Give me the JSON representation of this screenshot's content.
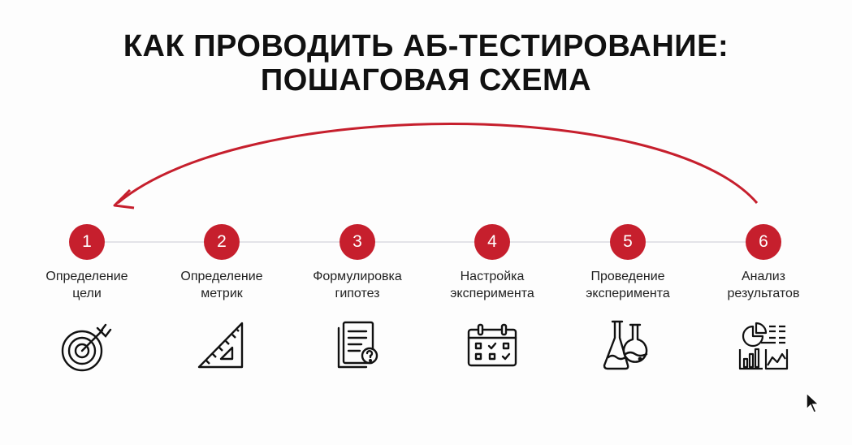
{
  "title": {
    "line1": "КАК ПРОВОДИТЬ АБ-ТЕСТИРОВАНИЕ:",
    "line2": "ПОШАГОВАЯ СХЕМА"
  },
  "accent_color": "#c61f2d",
  "steps": [
    {
      "number": "1",
      "line1": "Определение",
      "line2": "цели",
      "icon": "target-icon"
    },
    {
      "number": "2",
      "line1": "Определение",
      "line2": "метрик",
      "icon": "ruler-triangle-icon"
    },
    {
      "number": "3",
      "line1": "Формулировка",
      "line2": "гипотез",
      "icon": "document-question-icon"
    },
    {
      "number": "4",
      "line1": "Настройка",
      "line2": "эксперимента",
      "icon": "calendar-checklist-icon"
    },
    {
      "number": "5",
      "line1": "Проведение",
      "line2": "эксперимента",
      "icon": "flasks-icon"
    },
    {
      "number": "6",
      "line1": "Анализ",
      "line2": "результатов",
      "icon": "analytics-charts-icon"
    }
  ]
}
